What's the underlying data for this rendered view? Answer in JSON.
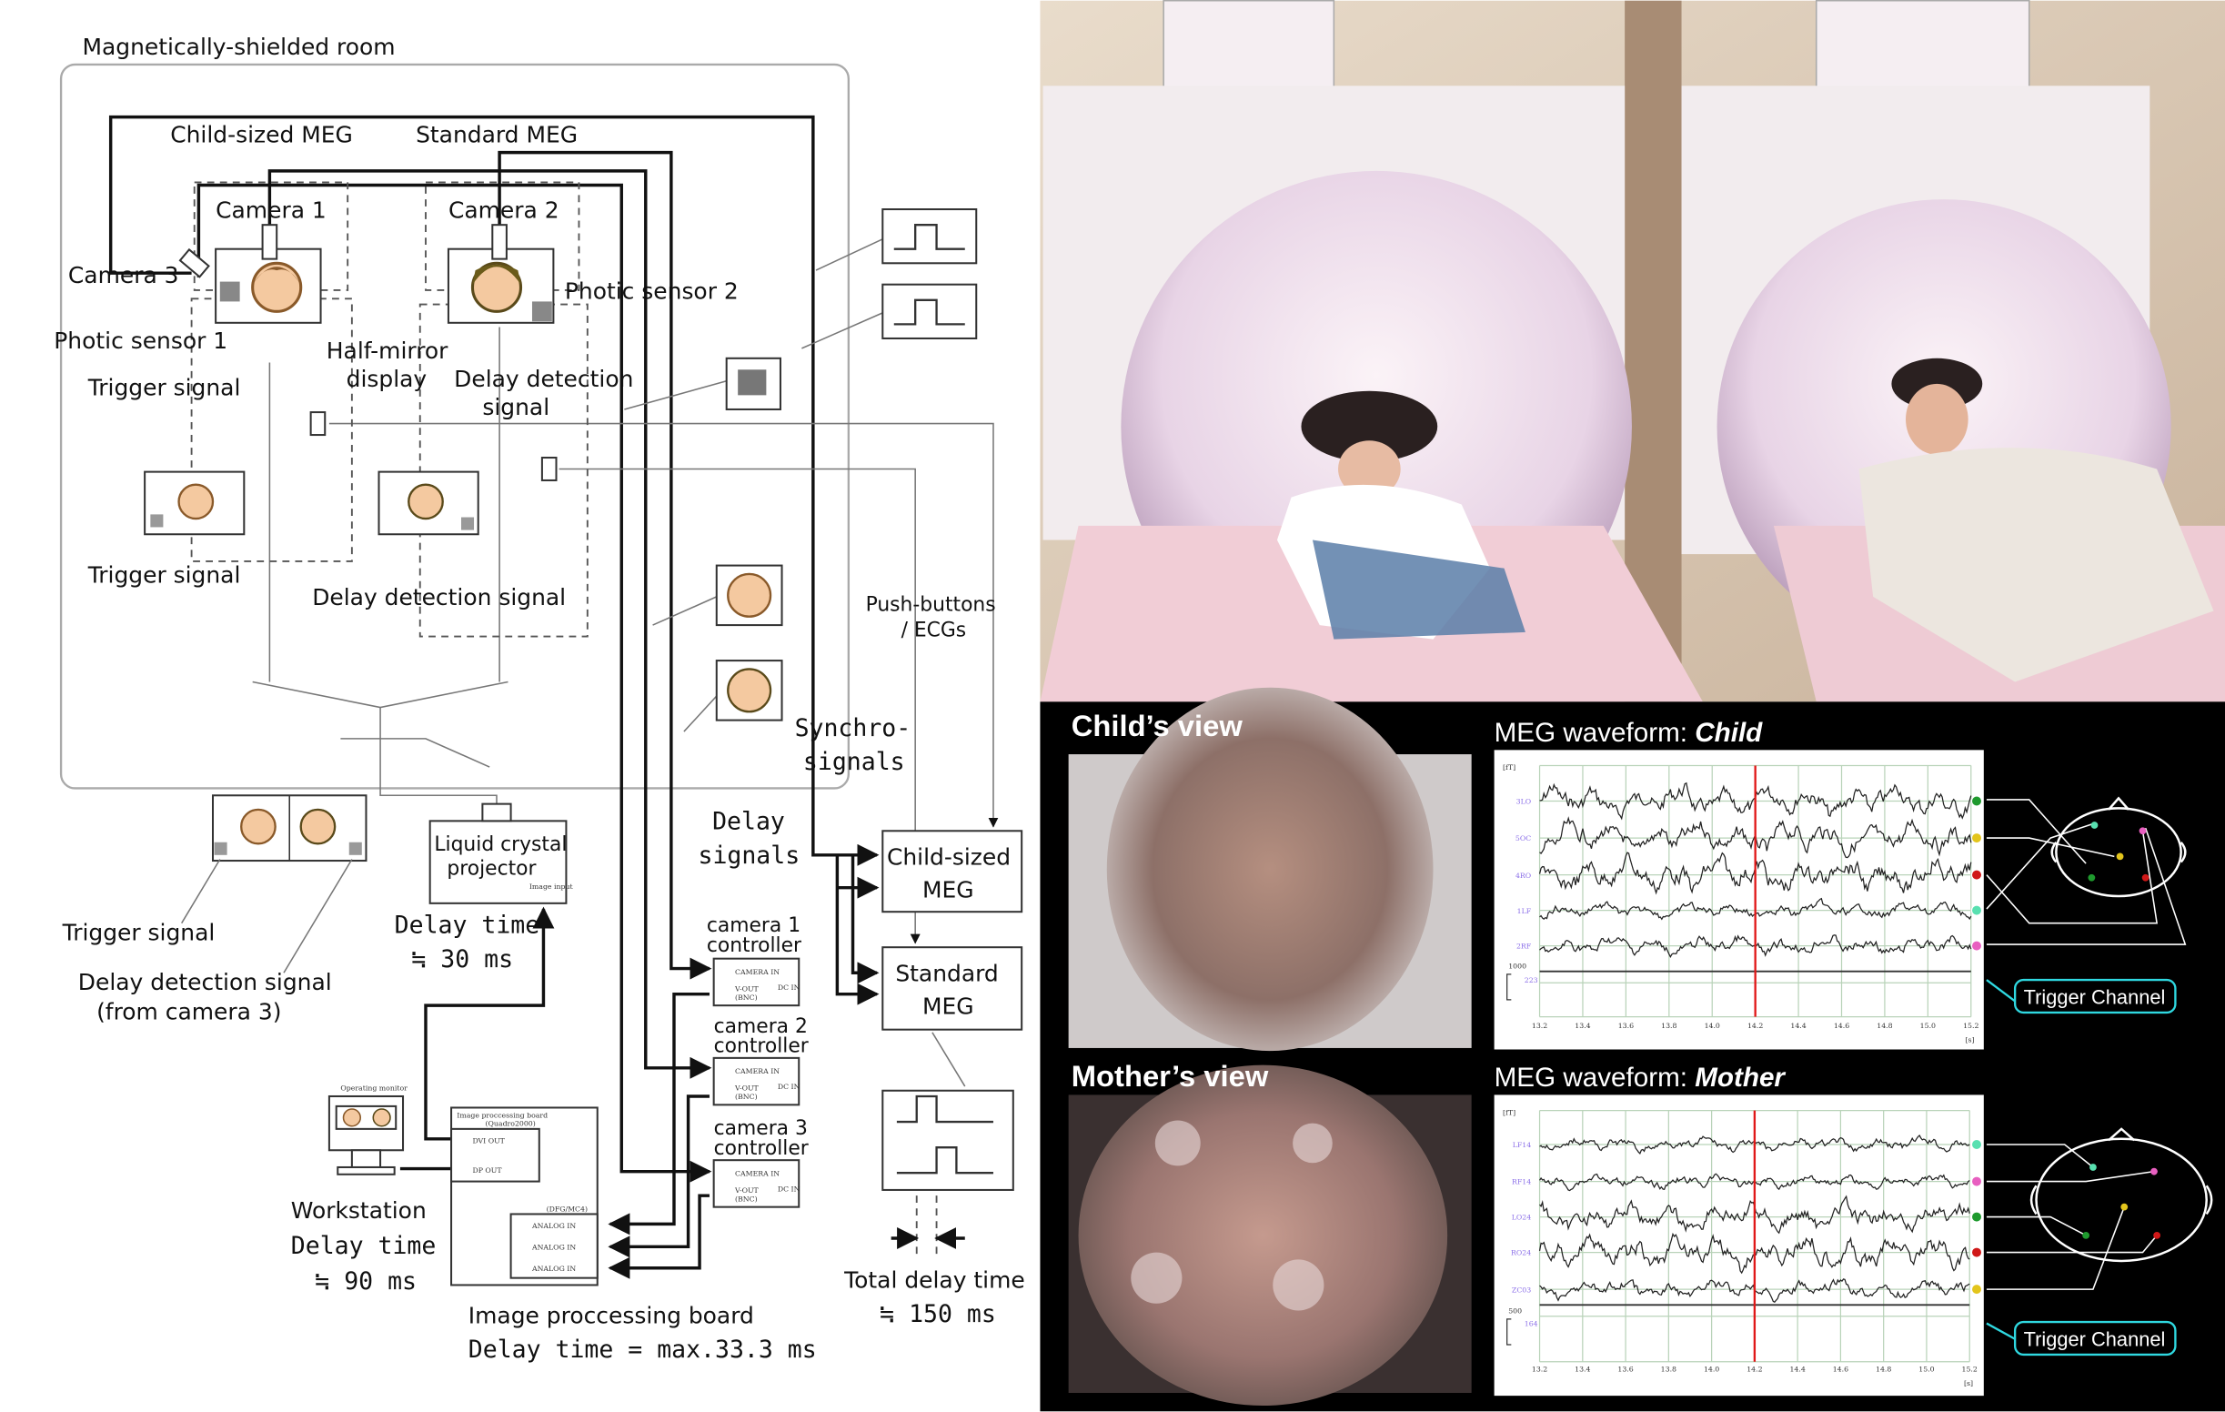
{
  "diagram": {
    "room_label": "Magnetically-shielded room",
    "child_meg_top": "Child-sized MEG",
    "standard_meg_top": "Standard MEG",
    "camera1": "Camera 1",
    "camera2": "Camera 2",
    "camera3": "Camera 3",
    "photic1": "Photic sensor 1",
    "photic2": "Photic sensor 2",
    "trigger_signal": "Trigger signal",
    "half_mirror": [
      "Half-mirror",
      "display"
    ],
    "delay_detection_signal_2l": [
      "Delay detection",
      "signal"
    ],
    "delay_detection_signal": "Delay detection signal",
    "push_buttons": [
      "Push-buttons",
      "/ ECGs"
    ],
    "synchro": [
      "Synchro-",
      "signals"
    ],
    "delay_signals": [
      "Delay",
      "signals"
    ],
    "child_meg_box": [
      "Child-sized",
      "MEG"
    ],
    "standard_meg_box": [
      "Standard",
      "MEG"
    ],
    "cam1_ctrl": [
      "camera 1",
      "controller"
    ],
    "cam2_ctrl": [
      "camera 2",
      "controller"
    ],
    "cam3_ctrl": [
      "camera 3",
      "controller"
    ],
    "ctrl_ports": {
      "camera_in": "CAMERA IN",
      "v_out": "V-OUT",
      "bnc": "(BNC)",
      "dc_in": "DC IN"
    },
    "projector": [
      "Liquid crystal",
      "projector"
    ],
    "projector_port": "Image input",
    "projector_delay": [
      "Delay time",
      "≒ 30 ms"
    ],
    "trigger_signal_bottom": "Trigger signal",
    "delay_detection_cam3": [
      "Delay detection signal",
      "(from camera 3)"
    ],
    "operating_monitor": "Operating monitor",
    "workstation": [
      "Workstation",
      "Delay time",
      "≒ 90 ms"
    ],
    "ipb_inner_title": [
      "Image proccessing board",
      "(Quadro2000)"
    ],
    "ipb_ports": [
      "DVI OUT",
      "DP OUT"
    ],
    "dfg": "(DFG/MC4)",
    "analog_in": "ANALOG IN",
    "ipb_label": [
      "Image proccessing board",
      "Delay time = max.33.3 ms"
    ],
    "total_delay": [
      "Total delay time",
      "≒ 150 ms"
    ]
  },
  "panels": {
    "child_view": "Child’s view",
    "mother_view": "Mother’s view",
    "meg_prefix": "MEG waveform: ",
    "child": "Child",
    "mother": "Mother",
    "trigger_channel": "Trigger Channel"
  },
  "waveforms": [
    {
      "name": "child",
      "unit_y": "[fT]",
      "unit_x": "[s]",
      "scale": "1000",
      "channels": [
        "3LO",
        "5OC",
        "4RO",
        "1LF",
        "2RF"
      ],
      "dot_colors": [
        "#1f9a2e",
        "#e3c51c",
        "#d01818",
        "#58e0b0",
        "#e85fc0"
      ],
      "trigger_label": "223",
      "amplitude": [
        1.0,
        1.0,
        1.1,
        0.5,
        0.6
      ]
    },
    {
      "name": "mother",
      "unit_y": "[fT]",
      "unit_x": "[s]",
      "scale": "500",
      "channels": [
        "LF14",
        "RF14",
        "LO24",
        "RO24",
        "ZC03"
      ],
      "dot_colors": [
        "#58e0b0",
        "#e85fc0",
        "#1f9a2e",
        "#d01818",
        "#e3c51c"
      ],
      "trigger_label": "164",
      "amplitude": [
        0.45,
        0.45,
        0.9,
        1.1,
        0.6
      ]
    }
  ],
  "xticks": [
    "13.2",
    "13.4",
    "13.6",
    "13.8",
    "14.0",
    "14.2",
    "14.4",
    "14.6",
    "14.8",
    "15.0",
    "15.2"
  ],
  "marker_time": 14.2,
  "colors": {
    "marker": "#e01818",
    "trigger": "#2fd8e0"
  }
}
